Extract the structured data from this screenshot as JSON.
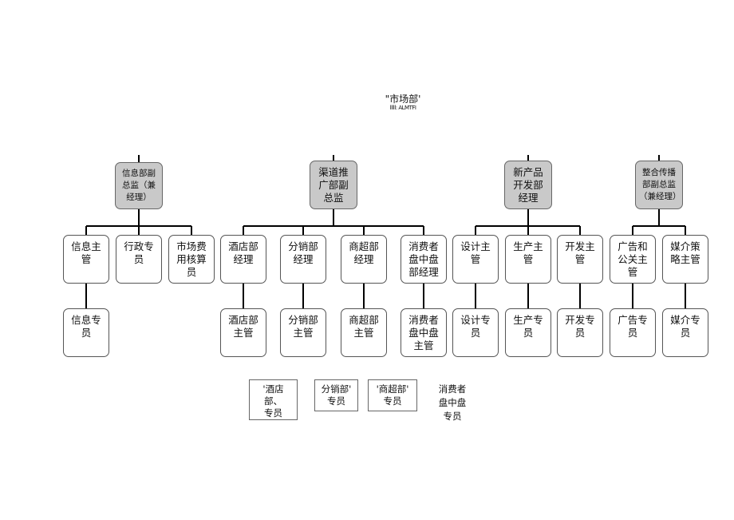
{
  "title": "\"市场部'",
  "subtitle": "lllll:  ALMTFI",
  "departments": [
    {
      "label": "信息部副\n总监（兼\n经理）"
    },
    {
      "label": "渠道推\n广部副\n总监"
    },
    {
      "label": "新产品\n开发部\n经理"
    },
    {
      "label": "整合传播\n部副总监\n（兼经理）"
    }
  ],
  "managers": [
    {
      "label": "信息主\n管"
    },
    {
      "label": "行政专\n员"
    },
    {
      "label": "市场费\n用核算\n员"
    },
    {
      "label": "酒店部\n经理"
    },
    {
      "label": "分销部\n经理"
    },
    {
      "label": "商超部\n经理"
    },
    {
      "label": "消费者\n盘中盘\n部经理"
    },
    {
      "label": "设计主\n管"
    },
    {
      "label": "生产主\n管"
    },
    {
      "label": "开发主\n管"
    },
    {
      "label": "广告和\n公关主\n管"
    },
    {
      "label": "媒介策\n略主管"
    }
  ],
  "staff": [
    {
      "label": "信息专\n员"
    },
    {
      "label": "酒店部\n主管"
    },
    {
      "label": "分销部\n主管"
    },
    {
      "label": "商超部\n主管"
    },
    {
      "label": "消费者\n盘中盘\n主管"
    },
    {
      "label": "设计专\n员"
    },
    {
      "label": "生产专\n员"
    },
    {
      "label": "开发专\n员"
    },
    {
      "label": "广告专\n员"
    },
    {
      "label": "媒介专\n员"
    }
  ],
  "specialists": [
    {
      "label": "'酒店\n部、\n专员"
    },
    {
      "label": "分销部'\n专员"
    },
    {
      "label": "'商超部'\n专员"
    },
    {
      "label": "消费者\n盘中盘\n专员"
    }
  ]
}
